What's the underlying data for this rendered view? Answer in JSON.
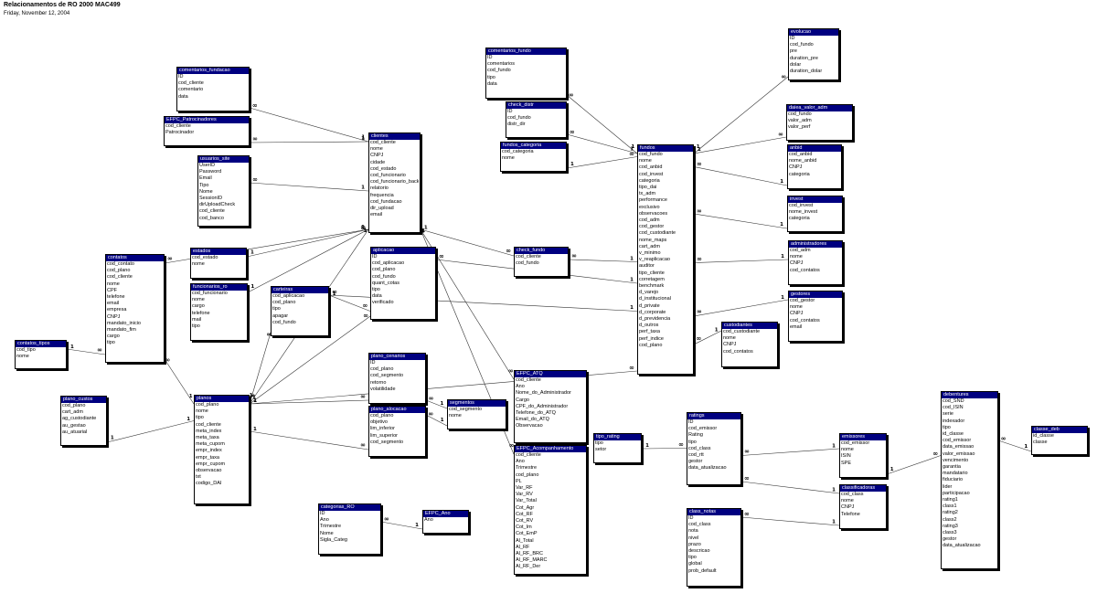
{
  "header": {
    "title": "Relacionamentos de RO 2000 MAC499",
    "date": "Friday, November 12, 2004"
  },
  "colors": {
    "table_header": "#000080",
    "line": "#333333"
  },
  "tables": [
    {
      "id": "comentarios_fundacao",
      "name": "comentarios_fundacao",
      "fields": [
        "ID",
        "cod_cliente",
        "comentario",
        "data"
      ]
    },
    {
      "id": "EFPC_Patrocinadores",
      "name": "EFPC_Patrocinadores",
      "fields": [
        "cod_cliente",
        "Patrocinador"
      ]
    },
    {
      "id": "usuarios_site",
      "name": "usuarios_site",
      "fields": [
        "UserID",
        "Password",
        "Email",
        "Tipo",
        "Nome",
        "SessionID",
        "dirUploadCheck",
        "cod_cliente",
        "cod_banco"
      ]
    },
    {
      "id": "clientes",
      "name": "clientes",
      "fields": [
        "cod_cliente",
        "nome",
        "CNPJ",
        "cidade",
        "cod_estado",
        "cod_funcionario",
        "cod_funcionario_back",
        "relatorio",
        "frequencia",
        "cod_fundacao",
        "dir_upload",
        "email"
      ]
    },
    {
      "id": "estados",
      "name": "estados",
      "fields": [
        "cod_estado",
        "nome"
      ]
    },
    {
      "id": "contatos",
      "name": "contatos",
      "fields": [
        "cod_contato",
        "cod_plano",
        "cod_cliente",
        "nome",
        "CPF",
        "telefone",
        "email",
        "empresa",
        "CNPJ",
        "mandato_inicio",
        "mandato_fim",
        "cargo",
        "tipo"
      ]
    },
    {
      "id": "funcionarios_ro",
      "name": "funcionarios_ro",
      "fields": [
        "cod_funcionario",
        "nome",
        "cargo",
        "telefone",
        "mail",
        "tipo"
      ]
    },
    {
      "id": "carteiras",
      "name": "carteiras",
      "fields": [
        "cod_aplicacao",
        "cod_plano",
        "tipo",
        "apagar",
        "cod_fundo"
      ]
    },
    {
      "id": "aplicacao",
      "name": "aplicacao",
      "fields": [
        "ID",
        "cod_aplicacao",
        "cod_plano",
        "cod_fundo",
        "quant_cotas",
        "tipo",
        "data",
        "verificado"
      ]
    },
    {
      "id": "contatos_tipos",
      "name": "contatos_tipos",
      "fields": [
        "cod_tipo",
        "nome"
      ]
    },
    {
      "id": "plano_custos",
      "name": "plano_custos",
      "fields": [
        "cod_plano",
        "cart_adm",
        "ag_custodiante",
        "au_gestao",
        "au_atuarial"
      ]
    },
    {
      "id": "planos",
      "name": "planos",
      "fields": [
        "cod_plano",
        "nome",
        "tipo",
        "cod_cliente",
        "meta_index",
        "meta_taxa",
        "meta_cupom",
        "empr_index",
        "empr_taxa",
        "empr_cupom",
        "observacao",
        "txt",
        "codigo_DAI"
      ]
    },
    {
      "id": "plano_cenarios",
      "name": "plano_cenarios",
      "fields": [
        "ID",
        "cod_plano",
        "cod_segmento",
        "retorno",
        "volatilidade"
      ]
    },
    {
      "id": "plano_alocacao",
      "name": "plano_alocacao",
      "fields": [
        "cod_plano",
        "objetivo",
        "lim_inferior",
        "lim_superior",
        "cod_segmento"
      ]
    },
    {
      "id": "segmentos",
      "name": "segmentos",
      "fields": [
        "cod_segmento",
        "nome"
      ]
    },
    {
      "id": "categorias_RO",
      "name": "categorias_RO",
      "fields": [
        "ID",
        "Ano",
        "Trimestre",
        "Nome",
        "Sigla_Categ"
      ]
    },
    {
      "id": "EFPC_Ano",
      "name": "EFPC_Ano",
      "fields": [
        "Ano"
      ]
    },
    {
      "id": "comentarios_fundo",
      "name": "comentarios_fundo",
      "fields": [
        "ID",
        "comentarios",
        "cod_fundo",
        "tipo",
        "data"
      ]
    },
    {
      "id": "check_distr",
      "name": "check_distr",
      "fields": [
        "ID",
        "cod_fundo",
        "distr_dir"
      ]
    },
    {
      "id": "fundos_categoria",
      "name": "fundos_categoria",
      "fields": [
        "cod_categoria",
        "nome"
      ]
    },
    {
      "id": "check_fundo",
      "name": "check_fundo",
      "fields": [
        "cod_cliente",
        "cod_fundo"
      ]
    },
    {
      "id": "EFPC_ATQ",
      "name": "EFPC_ATQ",
      "fields": [
        "cod_cliente",
        "Ano",
        "Nome_do_Administrador",
        "Cargo",
        "CPF_do_Administrador",
        "Telefone_do_ATQ",
        "Email_do_ATQ",
        "Observacao"
      ]
    },
    {
      "id": "EFPC_Acompanhamento",
      "name": "EFPC_Acompanhamento",
      "fields": [
        "cod_cliente",
        "Ano",
        "Trimestre",
        "cod_plano",
        "PL",
        "Var_RF",
        "Var_RV",
        "Var_Total",
        "Cot_Agr",
        "Cot_RF",
        "Cot_RV",
        "Cot_Im",
        "Cot_EmP",
        "Al_Total",
        "Al_RF",
        "Al_RF_BRC",
        "Al_RF_MARC",
        "Al_RF_Der"
      ]
    },
    {
      "id": "fundos",
      "name": "fundos",
      "fields": [
        "cod_fundo",
        "nome",
        "cod_anbid",
        "cod_invest",
        "categoria",
        "tipo_dai",
        "tx_adm",
        "performance",
        "exclusivo",
        "observacoes",
        "cod_adm",
        "cod_gestor",
        "cod_custodiante",
        "nome_maps",
        "cart_adm",
        "v_minimo",
        "v_reaplicacao",
        "auditor",
        "tipo_cliente",
        "corretagem",
        "benchmark",
        "d_varejo",
        "d_institucional",
        "d_private",
        "d_corporate",
        "d_previdencia",
        "d_outros",
        "perf_taxa",
        "perf_indice",
        "cod_plano"
      ]
    },
    {
      "id": "evolucao",
      "name": "evolucao",
      "fields": [
        "ID",
        "cod_fundo",
        "pre",
        "duration_pre",
        "dolar",
        "duration_dolar"
      ]
    },
    {
      "id": "daiea_valor_adm",
      "name": "daiea_valor_adm",
      "fields": [
        "cod_fundo",
        "valor_adm",
        "valor_perf"
      ]
    },
    {
      "id": "anbid",
      "name": "anbid",
      "fields": [
        "cod_anbid",
        "nome_anbid",
        "CNPJ",
        "categoria"
      ]
    },
    {
      "id": "invest",
      "name": "invest",
      "fields": [
        "cod_invest",
        "nome_invest",
        "categoria"
      ]
    },
    {
      "id": "administradores",
      "name": "administradores",
      "fields": [
        "cod_adm",
        "nome",
        "CNPJ",
        "cod_contatos"
      ]
    },
    {
      "id": "gestores",
      "name": "gestores",
      "fields": [
        "cod_gestor",
        "nome",
        "CNPJ",
        "cod_contatos",
        "email"
      ]
    },
    {
      "id": "custodiantes",
      "name": "custodiantes",
      "fields": [
        "cod_custodiante",
        "nome",
        "CNPJ",
        "cod_contatos"
      ]
    },
    {
      "id": "tipo_rating",
      "name": "tipo_rating",
      "fields": [
        "tipo",
        "setor"
      ]
    },
    {
      "id": "ratings",
      "name": "ratings",
      "fields": [
        "ID",
        "cod_emissor",
        "Rating",
        "tipo",
        "cod_class",
        "cod_rtt",
        "gestor",
        "data_atualizacao"
      ]
    },
    {
      "id": "emissores",
      "name": "emissores",
      "fields": [
        "cod_emissor",
        "nome",
        "ISIN",
        "SPE"
      ]
    },
    {
      "id": "classificadoras",
      "name": "classificadoras",
      "fields": [
        "cod_class",
        "nome",
        "CNPJ",
        "Telefone"
      ]
    },
    {
      "id": "class_notas",
      "name": "class_notas",
      "fields": [
        "ID",
        "cod_class",
        "nota",
        "nivel",
        "prazo",
        "descricao",
        "tipo",
        "global",
        "prob_default"
      ]
    },
    {
      "id": "debentures",
      "name": "debentures",
      "fields": [
        "cod_SND",
        "cod_ISIN",
        "serie",
        "indexador",
        "tipo",
        "id_classe",
        "cod_emissor",
        "data_emissao",
        "valor_emissao",
        "vencimento",
        "garantia",
        "mandatario",
        "fiduciario",
        "lider",
        "participacao",
        "rating1",
        "class1",
        "rating2",
        "class2",
        "rating3",
        "class3",
        "gestor",
        "data_atualizacao"
      ]
    },
    {
      "id": "classe_deb",
      "name": "classe_deb",
      "fields": [
        "id_classe",
        "classe"
      ]
    }
  ],
  "relationships": [
    {
      "from": "clientes",
      "to": "comentarios_fundacao",
      "from_card": "1",
      "to_card": "∞"
    },
    {
      "from": "clientes",
      "to": "EFPC_Patrocinadores",
      "from_card": "1",
      "to_card": "∞"
    },
    {
      "from": "clientes",
      "to": "usuarios_site",
      "from_card": "1",
      "to_card": "∞"
    },
    {
      "from": "clientes",
      "to": "estados",
      "from_card": "∞",
      "to_card": "1"
    },
    {
      "from": "clientes",
      "to": "funcionarios_ro",
      "from_card": "∞",
      "to_card": "1"
    },
    {
      "from": "clientes",
      "to": "contatos",
      "from_card": "1",
      "to_card": "∞"
    },
    {
      "from": "clientes",
      "to": "planos",
      "from_card": "1",
      "to_card": "∞"
    },
    {
      "from": "clientes",
      "to": "check_fundo",
      "from_card": "1",
      "to_card": "∞"
    },
    {
      "from": "clientes",
      "to": "EFPC_ATQ",
      "from_card": "1",
      "to_card": "∞"
    },
    {
      "from": "clientes",
      "to": "EFPC_Acompanhamento",
      "from_card": "1",
      "to_card": "∞"
    },
    {
      "from": "contatos_tipos",
      "to": "contatos",
      "from_card": "1",
      "to_card": "∞"
    },
    {
      "from": "planos",
      "to": "contatos",
      "from_card": "1",
      "to_card": "∞"
    },
    {
      "from": "plano_custos",
      "to": "planos",
      "from_card": "1",
      "to_card": "1"
    },
    {
      "from": "planos",
      "to": "carteiras",
      "from_card": "1",
      "to_card": "∞"
    },
    {
      "from": "planos",
      "to": "aplicacao",
      "from_card": "1",
      "to_card": "∞"
    },
    {
      "from": "planos",
      "to": "plano_cenarios",
      "from_card": "1",
      "to_card": "∞"
    },
    {
      "from": "planos",
      "to": "plano_alocacao",
      "from_card": "1",
      "to_card": "∞"
    },
    {
      "from": "planos",
      "to": "fundos",
      "from_card": "1",
      "to_card": "∞"
    },
    {
      "from": "segmentos",
      "to": "plano_cenarios",
      "from_card": "1",
      "to_card": "∞"
    },
    {
      "from": "segmentos",
      "to": "plano_alocacao",
      "from_card": "1",
      "to_card": "∞"
    },
    {
      "from": "carteiras",
      "to": "aplicacao",
      "from_card": "1",
      "to_card": "∞"
    },
    {
      "from": "fundos",
      "to": "carteiras",
      "from_card": "1",
      "to_card": "∞"
    },
    {
      "from": "fundos",
      "to": "aplicacao",
      "from_card": "1",
      "to_card": "∞"
    },
    {
      "from": "fundos",
      "to": "comentarios_fundo",
      "from_card": "1",
      "to_card": "∞"
    },
    {
      "from": "fundos",
      "to": "check_distr",
      "from_card": "1",
      "to_card": "∞"
    },
    {
      "from": "fundos_categoria",
      "to": "fundos",
      "from_card": "1",
      "to_card": "∞"
    },
    {
      "from": "fundos",
      "to": "check_fundo",
      "from_card": "1",
      "to_card": "∞"
    },
    {
      "from": "fundos",
      "to": "evolucao",
      "from_card": "1",
      "to_card": "∞"
    },
    {
      "from": "fundos",
      "to": "daiea_valor_adm",
      "from_card": "1",
      "to_card": "∞"
    },
    {
      "from": "anbid",
      "to": "fundos",
      "from_card": "1",
      "to_card": "∞"
    },
    {
      "from": "invest",
      "to": "fundos",
      "from_card": "1",
      "to_card": "∞"
    },
    {
      "from": "administradores",
      "to": "fundos",
      "from_card": "1",
      "to_card": "∞"
    },
    {
      "from": "gestores",
      "to": "fundos",
      "from_card": "1",
      "to_card": "∞"
    },
    {
      "from": "custodiantes",
      "to": "fundos",
      "from_card": "1",
      "to_card": "∞"
    },
    {
      "from": "categorias_RO",
      "to": "EFPC_Ano",
      "from_card": "∞",
      "to_card": "1"
    },
    {
      "from": "tipo_rating",
      "to": "ratings",
      "from_card": "1",
      "to_card": "∞"
    },
    {
      "from": "emissores",
      "to": "ratings",
      "from_card": "1",
      "to_card": "∞"
    },
    {
      "from": "classificadoras",
      "to": "ratings",
      "from_card": "1",
      "to_card": "∞"
    },
    {
      "from": "classificadoras",
      "to": "class_notas",
      "from_card": "1",
      "to_card": "∞"
    },
    {
      "from": "emissores",
      "to": "debentures",
      "from_card": "1",
      "to_card": "∞"
    },
    {
      "from": "classe_deb",
      "to": "debentures",
      "from_card": "1",
      "to_card": "∞"
    }
  ]
}
